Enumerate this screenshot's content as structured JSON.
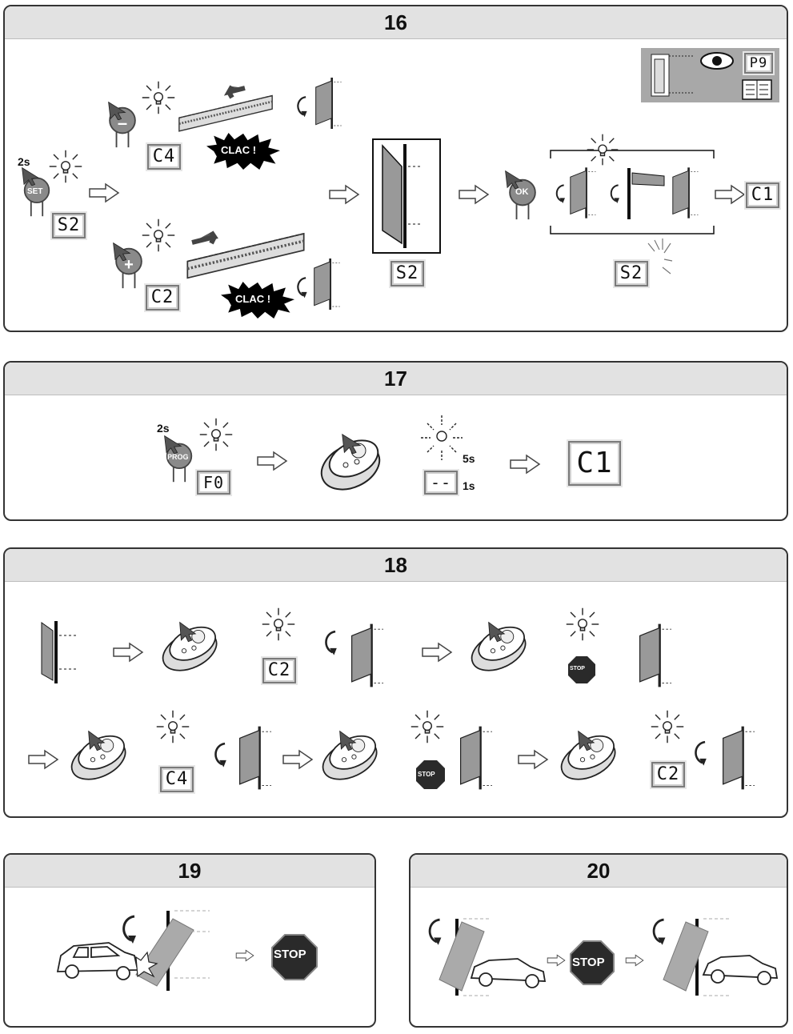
{
  "panels": {
    "p16": {
      "title": "16",
      "set_button": "SET",
      "set_time": "2s",
      "lcd_s2_a": "S2",
      "lcd_c4": "C4",
      "lcd_c2": "C2",
      "clac_top": "CLAC !",
      "clac_bottom": "CLAC !",
      "lcd_s2_b": "S2",
      "ok_button": "OK",
      "lcd_c1": "C1",
      "lcd_s2_c": "S2",
      "ref_page": "P9"
    },
    "p17": {
      "title": "17",
      "prog_time": "2s",
      "prog_button": "PROG",
      "lcd_f0": "F0",
      "lcd_dash": "--",
      "label_5s": "5s",
      "label_1s": "1s",
      "lcd_c1": "C1"
    },
    "p18": {
      "title": "18",
      "lcd_c2_a": "C2",
      "stop_a": "STOP",
      "lcd_c4": "C4",
      "stop_b": "STOP",
      "lcd_c2_b": "C2"
    },
    "p19": {
      "title": "19",
      "stop": "STOP"
    },
    "p20": {
      "title": "20",
      "stop": "STOP"
    }
  },
  "icons": {
    "bulb": "flashing-light-icon",
    "arrow": "next-step-arrow-icon",
    "remote": "remote-control-icon",
    "gate": "gate-icon",
    "car": "car-icon",
    "eye": "eye-icon",
    "book": "manual-book-icon"
  },
  "colors": {
    "panel_header": "#e2e2e2",
    "button_grey": "#8a8a8a",
    "stop_fill": "#2a2a2a",
    "clac_fill": "#000000",
    "gate_fill": "#9a9a9a"
  }
}
